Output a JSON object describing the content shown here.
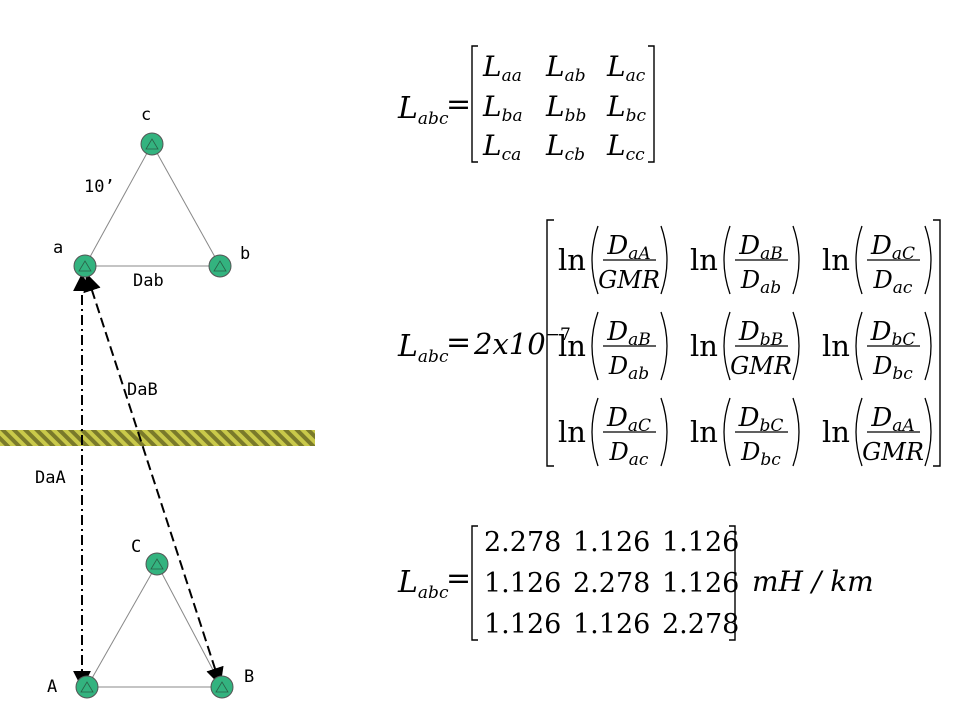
{
  "diagram": {
    "labels": {
      "c": "c",
      "a": "a",
      "b": "b",
      "spacing": "10’",
      "dab": "Dab",
      "daB": "DaB",
      "daA": "DaA",
      "C": "C",
      "A": "A",
      "B": "B"
    },
    "colors": {
      "conductor": "#33b37f",
      "ground_hatch": "#7a7a2a",
      "ground_stripe": "#c9c94a"
    }
  },
  "equations": {
    "eq1": {
      "lhs": "L",
      "lhs_sub": "abc",
      "rows": [
        [
          {
            "m": "L",
            "s": "aa"
          },
          {
            "m": "L",
            "s": "ab"
          },
          {
            "m": "L",
            "s": "ac"
          }
        ],
        [
          {
            "m": "L",
            "s": "ba"
          },
          {
            "m": "L",
            "s": "bb"
          },
          {
            "m": "L",
            "s": "bc"
          }
        ],
        [
          {
            "m": "L",
            "s": "ca"
          },
          {
            "m": "L",
            "s": "cb"
          },
          {
            "m": "L",
            "s": "cc"
          }
        ]
      ]
    },
    "eq2": {
      "lhs": "L",
      "lhs_sub": "abc",
      "coef": "2x10",
      "exp": "−7",
      "ln": "ln",
      "rows": [
        [
          {
            "num": "D",
            "num_sub": "aA",
            "den": "GMR",
            "den_sub": ""
          },
          {
            "num": "D",
            "num_sub": "aB",
            "den": "D",
            "den_sub": "ab"
          },
          {
            "num": "D",
            "num_sub": "aC",
            "den": "D",
            "den_sub": "ac"
          }
        ],
        [
          {
            "num": "D",
            "num_sub": "aB",
            "den": "D",
            "den_sub": "ab"
          },
          {
            "num": "D",
            "num_sub": "bB",
            "den": "GMR",
            "den_sub": ""
          },
          {
            "num": "D",
            "num_sub": "bC",
            "den": "D",
            "den_sub": "bc"
          }
        ],
        [
          {
            "num": "D",
            "num_sub": "aC",
            "den": "D",
            "den_sub": "ac"
          },
          {
            "num": "D",
            "num_sub": "bC",
            "den": "D",
            "den_sub": "bc"
          },
          {
            "num": "D",
            "num_sub": "aA",
            "den": "GMR",
            "den_sub": ""
          }
        ]
      ]
    },
    "eq3": {
      "lhs": "L",
      "lhs_sub": "abc",
      "rows": [
        [
          "2.278",
          "1.126",
          "1.126"
        ],
        [
          "1.126",
          "2.278",
          "1.126"
        ],
        [
          "1.126",
          "1.126",
          "2.278"
        ]
      ],
      "unit": "mH / km"
    }
  }
}
